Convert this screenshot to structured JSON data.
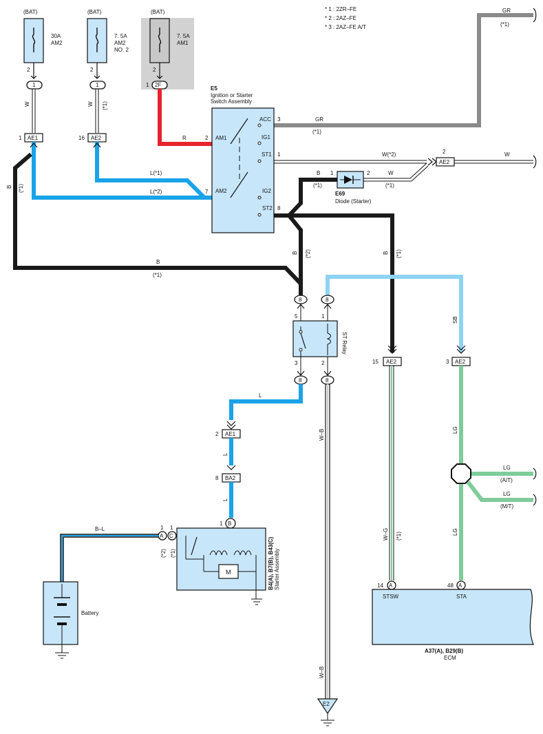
{
  "notes": [
    "* 1 : 2ZR–FE",
    "* 2 : 2AZ–FE",
    "* 3 : 2AZ–FE A/T"
  ],
  "fuses": [
    {
      "source": "(BAT)",
      "rating": "30A",
      "name": "AM2",
      "name2": ""
    },
    {
      "source": "(BAT)",
      "rating": "7. 5A",
      "name": "AM2",
      "name2": "NO. 2"
    },
    {
      "source": "(BAT)",
      "rating": "7. 5A",
      "name": "AM1",
      "name2": ""
    }
  ],
  "connectors": {
    "c1": "1",
    "c2f": "2F",
    "ae1": "AE1",
    "ae2": "AE2",
    "ba2": "BA2",
    "e2": "E2",
    "a": "A",
    "b": "B",
    "c": "C",
    "eight": "8"
  },
  "pins": {
    "p1": "1",
    "p2": "2",
    "p3": "3",
    "p5": "5",
    "p7": "7",
    "p8": "8",
    "p14": "14",
    "p15": "15",
    "p16": "16",
    "p48": "48"
  },
  "wires": {
    "w": "W",
    "r": "R",
    "b": "B",
    "gr": "GR",
    "l": "L",
    "wb": "W–B",
    "wg": "W–G",
    "lg": "LG",
    "sb": "SB",
    "bl": "B–L",
    "l1": "L(*1)",
    "l2": "L(*2)",
    "w2": "W(*2)",
    "at": "(A/T)",
    "mt": "(M/T)"
  },
  "marks": {
    "s1": "(*1)",
    "s2": "(*2)"
  },
  "switch": {
    "id": "E5",
    "name1": "Ignition or Starter",
    "name2": "Switch Assembly",
    "terms": {
      "acc": "ACC",
      "ig1": "IG1",
      "st1": "ST1",
      "ig2": "IG2",
      "st2": "ST2",
      "am1": "AM1",
      "am2": "AM2"
    }
  },
  "diode": {
    "id": "E69",
    "name": "Diode (Starter)"
  },
  "relay": {
    "name": "ST Relay"
  },
  "starter": {
    "ids": "B4(A), B7(B), B43(C)",
    "name": "Starter Assembly",
    "motor": "M"
  },
  "battery": {
    "name": "Battery"
  },
  "ecm": {
    "ids": "A37(A), B29(B)",
    "name": "ECM",
    "stsw": "STSW",
    "sta": "STA"
  },
  "colors": {
    "red": "#e8232c",
    "blue": "#1aa3e8",
    "black": "#1a1a1a",
    "gray": "#8a8a8a",
    "lightblue": "#8fd3f4",
    "green": "#7fcc9a",
    "box": "#c8e6fa"
  }
}
